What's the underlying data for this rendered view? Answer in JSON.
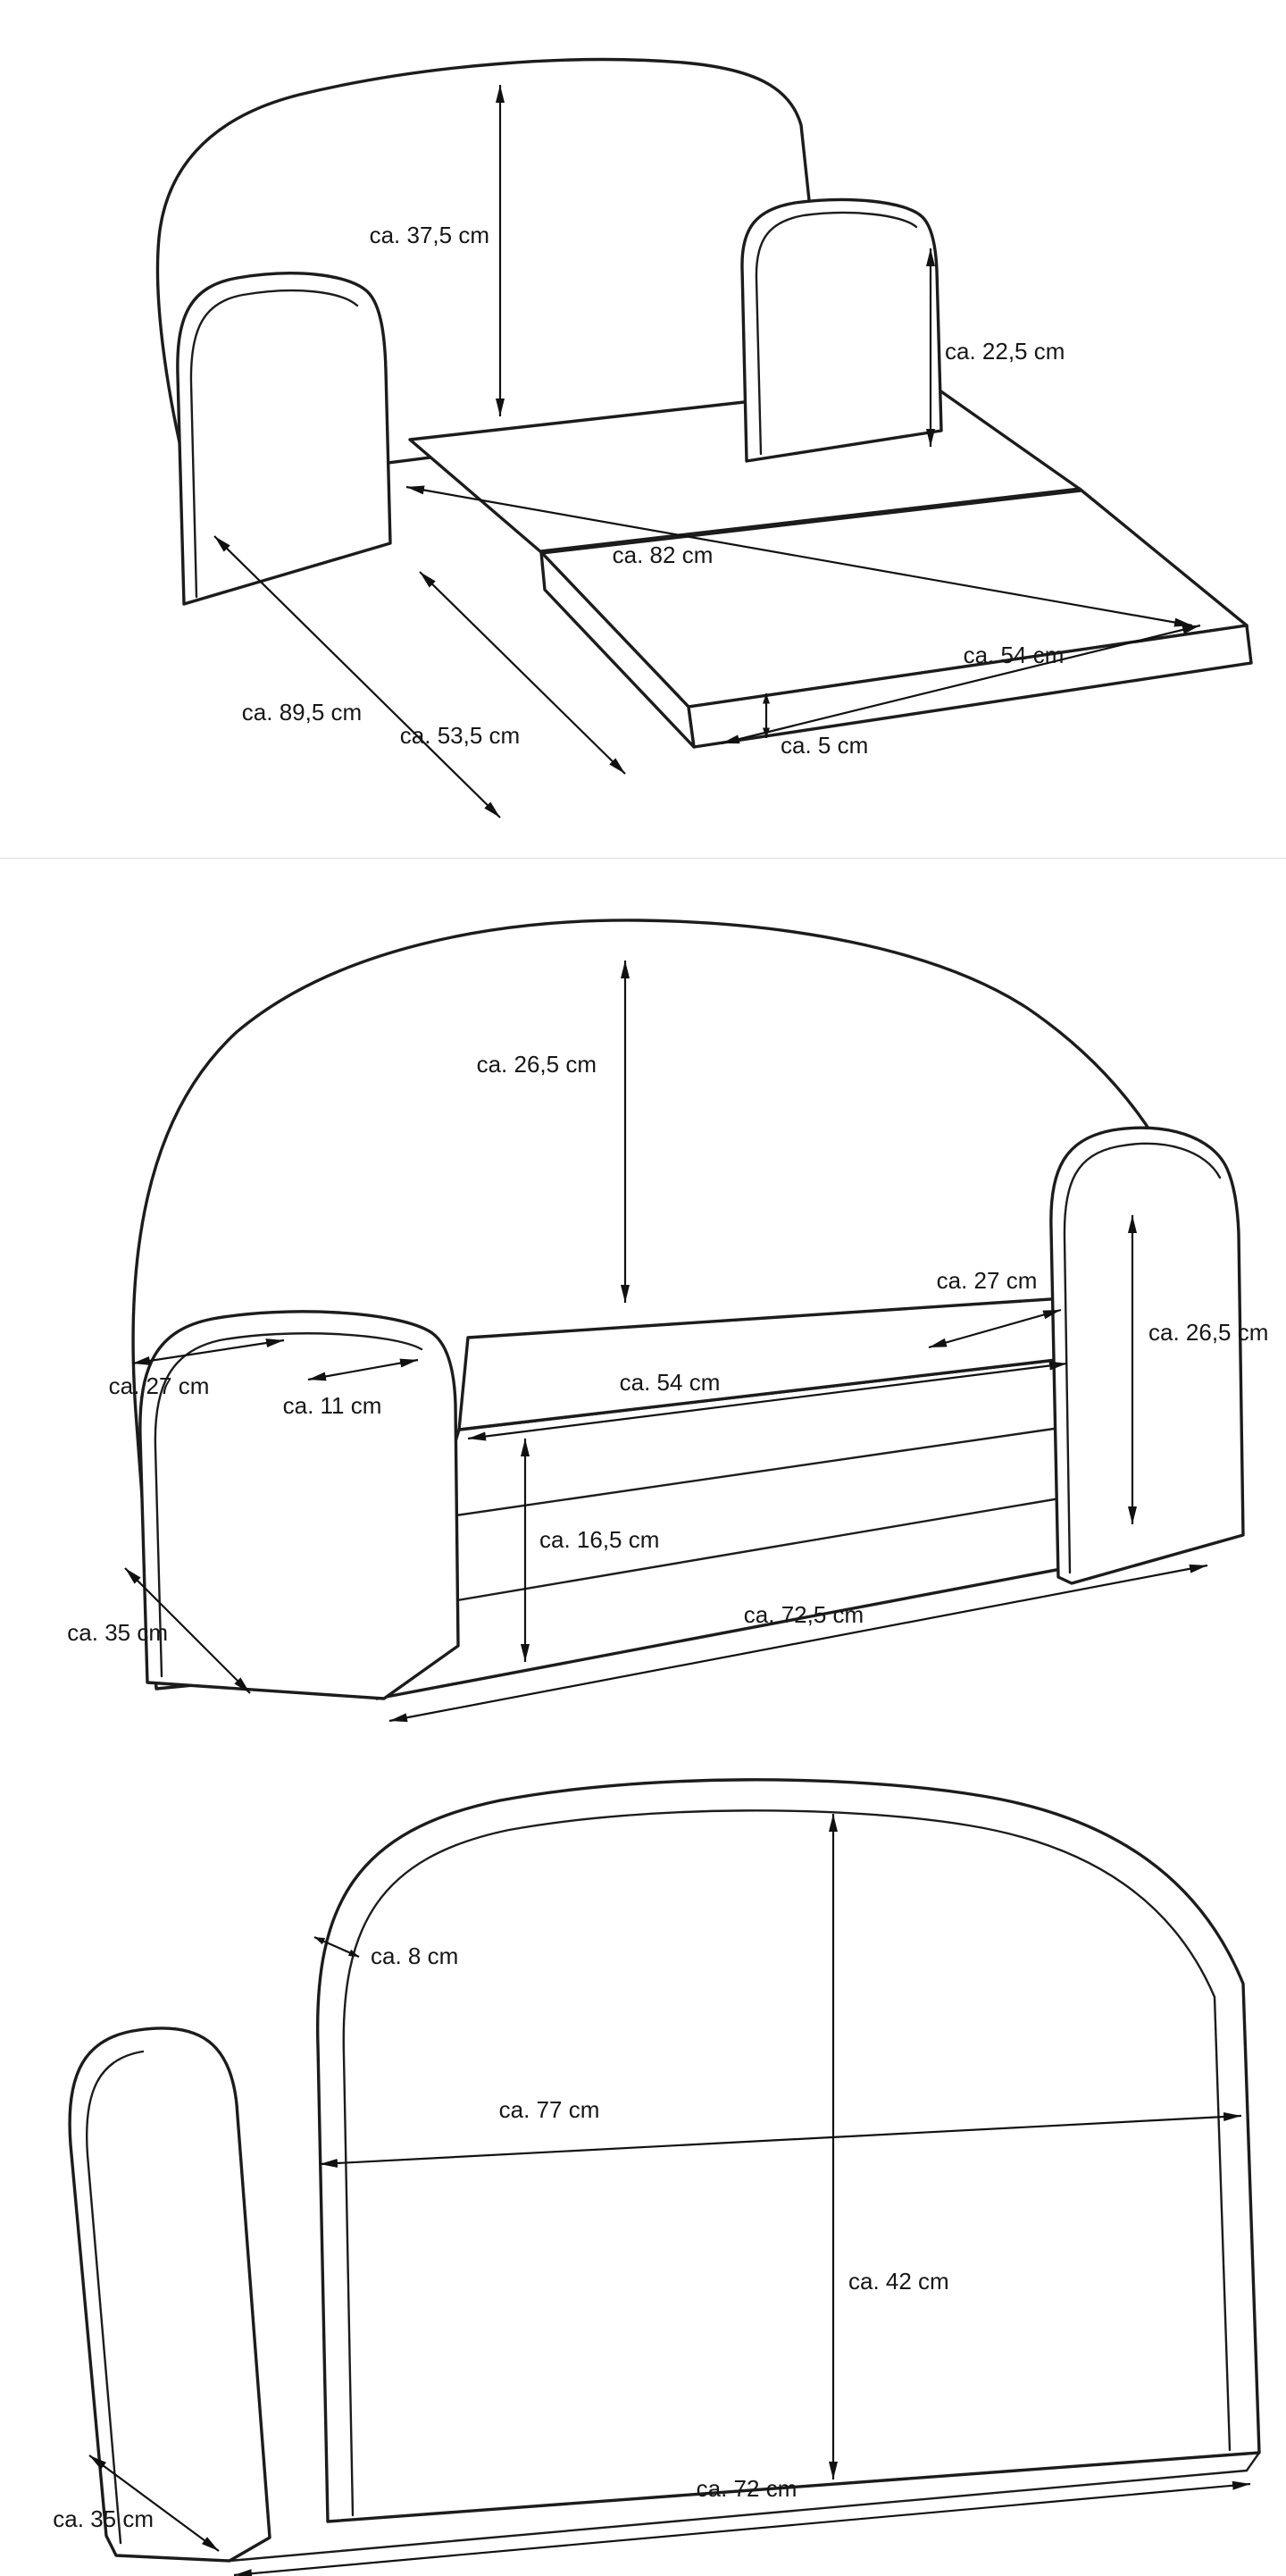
{
  "panels": [
    {
      "name": "sofa-bed-opened",
      "labels": {
        "back_height": "ca. 37,5 cm",
        "armrest_height": "ca. 22,5 cm",
        "bed_length": "ca. 82 cm",
        "bed_width": "ca. 54 cm",
        "total_depth": "ca. 89,5 cm",
        "foldout_depth": "ca. 53,5 cm",
        "mattress_thickness": "ca. 5 cm"
      }
    },
    {
      "name": "sofa-closed-front",
      "labels": {
        "back_height": "ca. 26,5 cm",
        "seat_depth": "ca. 27 cm",
        "side_height": "ca. 26,5 cm",
        "armrest_depth": "ca. 27 cm",
        "armrest_width": "ca. 11 cm",
        "seat_width": "ca. 54 cm",
        "seat_height": "ca. 16,5 cm",
        "depth": "ca. 35 cm",
        "total_width": "ca. 72,5 cm"
      }
    },
    {
      "name": "sofa-back-view",
      "labels": {
        "edge_band": "ca. 8 cm",
        "back_width": "ca. 77 cm",
        "back_height": "ca. 42 cm",
        "depth": "ca. 35 cm",
        "base_width": "ca. 72 cm"
      }
    }
  ]
}
